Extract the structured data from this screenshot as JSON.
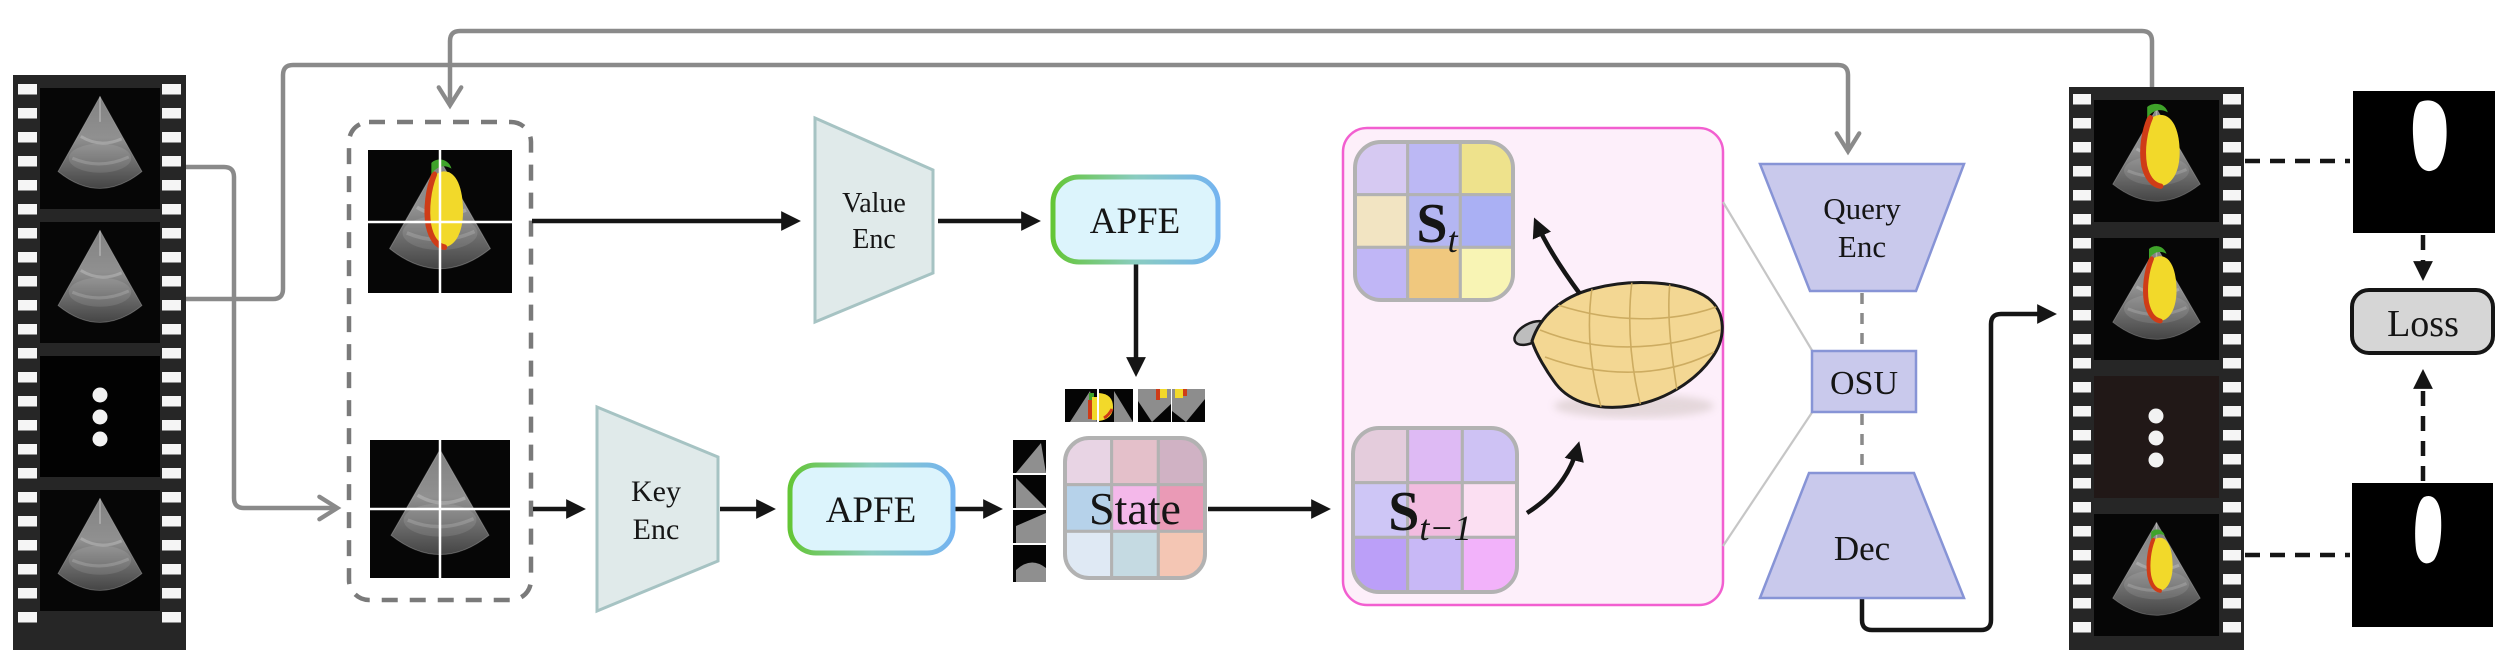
{
  "labels": {
    "value_enc_line1": "Value",
    "value_enc_line2": "Enc",
    "key_enc_line1": "Key",
    "key_enc_line2": "Enc",
    "apfe_value": "APFE",
    "apfe_key": "APFE",
    "state": "State",
    "s_t_base": "S",
    "s_t_sub": "t",
    "s_prev_base": "S",
    "s_prev_sub": "t−1",
    "query_enc_line1": "Query",
    "query_enc_line2": "Enc",
    "osu": "OSU",
    "dec": "Dec",
    "loss": "Loss"
  },
  "colors": {
    "encoder_teal_fill": "#e0eaea",
    "encoder_teal_stroke": "#a6c3c3",
    "lavender_fill": "#c9c9ec",
    "lavender_stroke": "#8794d6",
    "apfe_fill": "#dcf4fc",
    "apfe_stroke_green": "#64c636",
    "apfe_stroke_blue": "#74b4f0",
    "pink_panel_fill": "#fdeffa",
    "pink_panel_stroke": "#f25fd0",
    "loss_fill": "#d6d6d6",
    "connector_gray": "#8a8a8a",
    "connector_black": "#151515",
    "film_strip": "#262626",
    "surface_fill": "#f3d793",
    "surface_grid": "#c9a85c",
    "seg_yellow": "#f2d92a",
    "seg_green": "#3fa32a",
    "seg_red": "#cf3c17",
    "matrix_border": "#b2b2b2"
  },
  "matrices": {
    "state": {
      "cells": [
        [
          "#e8d4e4",
          "#e4c0ca",
          "#d0b2c4"
        ],
        [
          "#b6d2ea",
          "#f4b8ea",
          "#ea9ab6"
        ],
        [
          "#dfe9f4",
          "#c5dae2",
          "#f4c6b4"
        ]
      ]
    },
    "s_t": {
      "cells": [
        [
          "#d6c9f2",
          "#bcb8f4",
          "#eee28c"
        ],
        [
          "#f2e4c2",
          "#b4b6f2",
          "#aab0f4"
        ],
        [
          "#c0b6f6",
          "#f0c87e",
          "#f8f4b4"
        ]
      ]
    },
    "s_t_minus_1": {
      "cells": [
        [
          "#e4ccdc",
          "#debaf4",
          "#cec2f4"
        ],
        [
          "#cec6f6",
          "#f2bce0",
          "#fbdff2"
        ],
        [
          "#bb9ff8",
          "#c8b8f6",
          "#f2b2fa"
        ]
      ]
    }
  },
  "film_strips": {
    "input": {
      "frames": [
        "ultrasound",
        "ultrasound",
        "ellipsis",
        "ultrasound"
      ]
    },
    "output": {
      "frames": [
        "ultrasound-segmented",
        "ultrasound-segmented",
        "ellipsis",
        "ultrasound-segmented"
      ]
    }
  },
  "masks": {
    "top": "ground-truth-mask",
    "bottom": "ground-truth-mask"
  }
}
